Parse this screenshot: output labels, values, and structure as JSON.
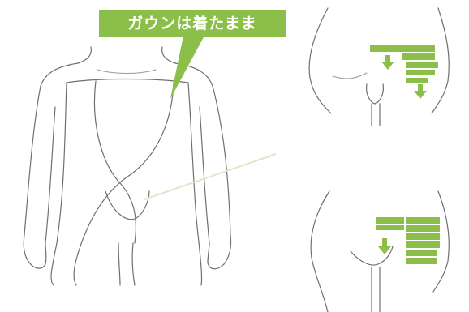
{
  "callout": {
    "text": "ガウンは着たまま",
    "color": "#8cbe4a"
  },
  "colors": {
    "accent_green": "#8cbe4a",
    "line": "#6f6f6f"
  },
  "panels": [
    {
      "name": "front-view",
      "icon": "front-body-figure-with-gown"
    },
    {
      "name": "hip-view-top",
      "icon": "lower-body-figure-with-towel-fold-arrows"
    },
    {
      "name": "hip-view-bottom",
      "icon": "lower-body-figure-with-towel-fold-arrow"
    }
  ]
}
